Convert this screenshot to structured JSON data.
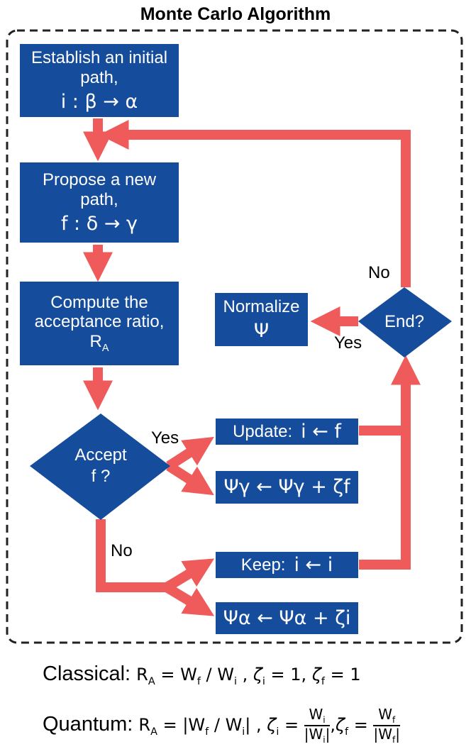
{
  "title": "Monte Carlo Algorithm",
  "colors": {
    "box": "#154c9b",
    "arrow": "#ef5a5a",
    "border": "#222222"
  },
  "boxes": {
    "establish": {
      "line1": "Establish an initial",
      "line2": "path,",
      "math": "i : β → α"
    },
    "propose": {
      "line1": "Propose a new",
      "line2": "path,",
      "math": "f : δ → γ"
    },
    "compute": {
      "line1": "Compute the",
      "line2": "acceptance ratio,",
      "math": "R",
      "math_sub": "A"
    },
    "normalize": {
      "line1": "Normalize",
      "math": "Ψ"
    },
    "update": {
      "label": "Update:",
      "math": "i ← f"
    },
    "psi_gamma": {
      "math": "Ψγ ← Ψγ + ζf"
    },
    "keep": {
      "label": "Keep:",
      "math": "i ← i"
    },
    "psi_alpha": {
      "math": "Ψα ← Ψα + ζi"
    }
  },
  "diamonds": {
    "accept": {
      "line1": "Accept",
      "line2": "f ?"
    },
    "end": {
      "text": "End?"
    }
  },
  "labels": {
    "yes_accept": "Yes",
    "no_accept": "No",
    "no_end": "No",
    "yes_end": "Yes"
  },
  "formulas": {
    "classical": {
      "name": "Classical:",
      "expr": "R_A = W_f / W_i , ζ_i = 1, ζ_f = 1"
    },
    "quantum": {
      "name": "Quantum:",
      "expr": "R_A = |W_f / W_i| , ζ_i = W_i/|W_i|, ζ_f = W_f/|W_f|"
    }
  }
}
